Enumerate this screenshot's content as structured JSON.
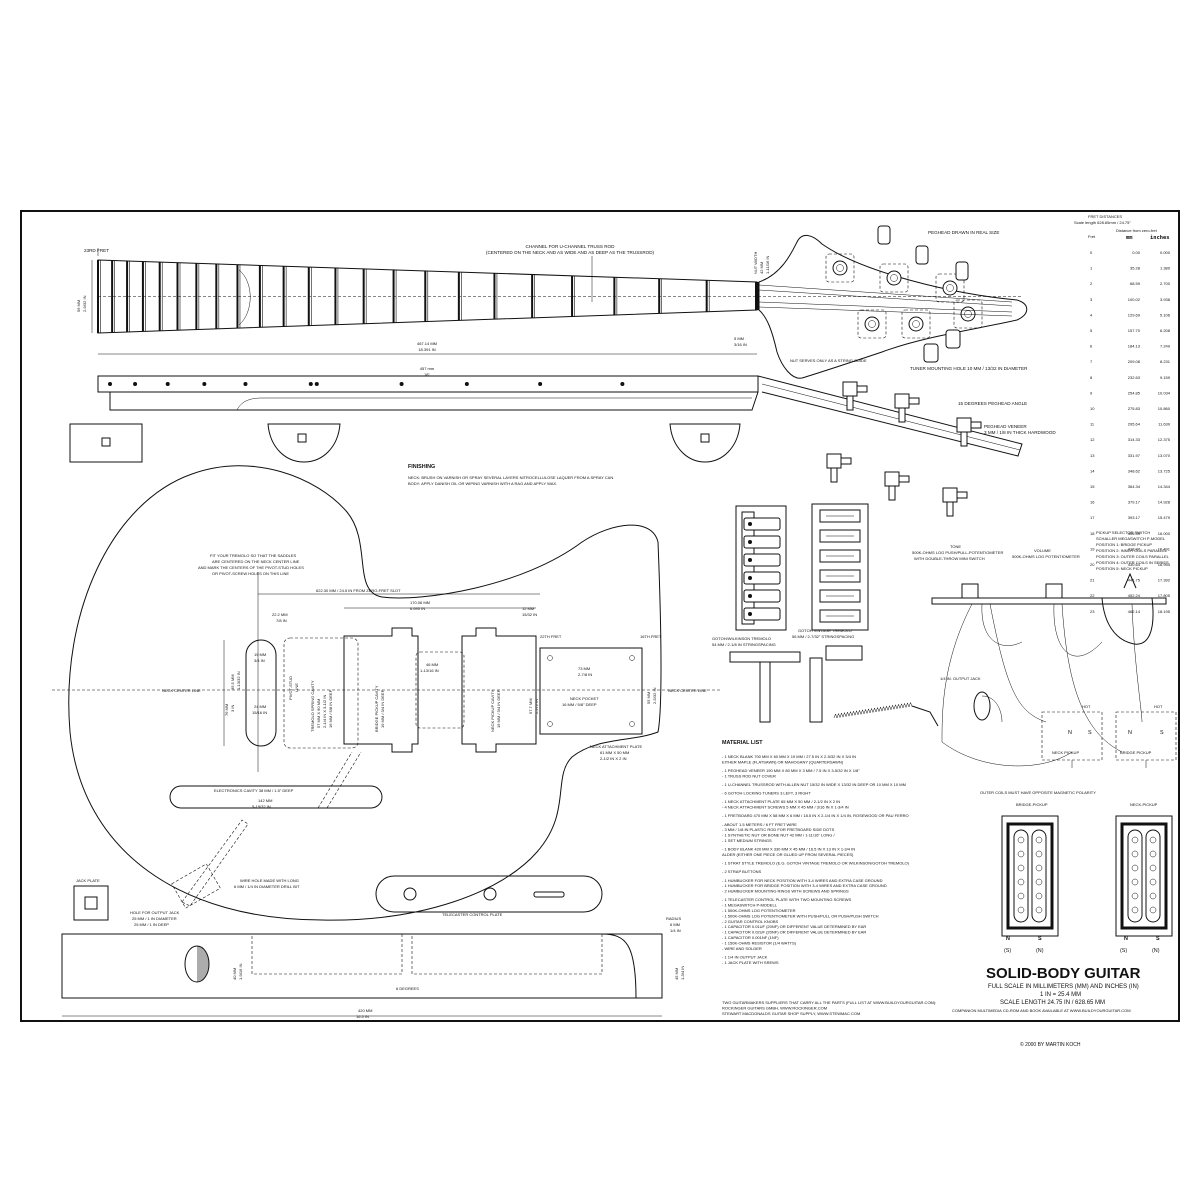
{
  "neck": {
    "fret23": "23RD FRET",
    "channel": [
      "CHANNEL FOR U-CHANNEL TRUSS ROD",
      "(CENTERED ON THE NECK AND AS WIDE AND AS DEEP AS THE TRUSSROD)"
    ],
    "nut_width": [
      "NUT WIDTH",
      "42 MM",
      "1-11/16 IN"
    ],
    "width_left": [
      "56 MM",
      "2-9/32 IN"
    ],
    "len": [
      "467.14 MM",
      "18.391 IN"
    ],
    "len2": [
      "457 mm",
      "18\""
    ],
    "nut_gap": [
      "5 MM",
      "3/16 IN"
    ],
    "nut_note": "NUT SERVES ONLY AS A STRING GUIDE",
    "peghead_real": "PEGHEAD DRAWN IN REAL SIZE",
    "tuner_hole": "TUNER MOUNTING HOLE 10 MM / 13/32 IN DIAMETER",
    "angle": "15 DEGREES PEGHEAD ANGLE",
    "veneer": [
      "PEGHEAD VENEER",
      "3 MM / 1/8 IN THICK HARDWOOD"
    ]
  },
  "finishing": {
    "title": "FINISHING",
    "lines": [
      "NECK: BRUSH ON VARNISH OR SPRAY SEVERAL LAYERS NITROCELLULOSE LAQUER FROM A SPRAY CAN.",
      "BODY: APPLY DANISH OIL OR WIPING VARNISH WITH A RAG AND APPLY WAX."
    ]
  },
  "body": {
    "tremolo_note": [
      "FIT YOUR TREMOLO SO THAT THE SADDLES",
      "ARE CENTERED ON THE NECK CENTER LINE",
      "AND MARK THE CENTERS OF THE PIVOT-STUD HOLES",
      "OR PIVOT-SCREW HOLES ON THIS LINE"
    ],
    "zero_fret": "622.30 MM / 24.5 IN FROM ZERO-FRET SLOT",
    "dim_170": [
      "170.06 MM",
      "6.695 IN"
    ],
    "dim_12": [
      "12 MM",
      "15/32 IN"
    ],
    "dim_22": [
      "22.2 MM",
      "7/8 IN"
    ],
    "fret22": "22TH FRET",
    "fret16": "16TH FRET",
    "neck_center": "NECK CENTER LINE",
    "neck_center2": "NECK CENTER LINE",
    "dim_355": [
      "35.5 MM",
      "1-13/32 IN"
    ],
    "dim_19": [
      "19 MM",
      "3/4 IN"
    ],
    "dim_24": [
      "24 MM",
      "15/16 IN"
    ],
    "dim_76": [
      "76 MM",
      "3 IN"
    ],
    "pivot": [
      "PIVOT-STUD",
      "LINE"
    ],
    "spring_cavity": [
      "TREMOLO SPRING CAVITY",
      "57 MM X 90 MM",
      "2-1/4 IN X 3-1/2 IN",
      "16 MM / 5/8 IN DEEP"
    ],
    "bridge_cavity": [
      "BRIDGE PICKUP CAVITY",
      "19 MM / 3/4 IN DEEP"
    ],
    "dim_46": [
      "46 MM",
      "1-13/16 IN"
    ],
    "neck_cavity": [
      "NECK PICKUP CAVITY",
      "19 MM / 3/4 IN DEEP"
    ],
    "dim_577": [
      "57.7 MM",
      "2.272 IN"
    ],
    "dim_73": [
      "73 MM",
      "2-7/8 IN"
    ],
    "neck_pocket": [
      "NECK POCKET",
      "16 MM / 5/8\" DEEP"
    ],
    "dim_55": [
      "55 MM",
      "2-5/32 IN"
    ],
    "attach_plate": [
      "NECK ATTACHMENT PLATE",
      "61 MM X 50 MM",
      "2-1/2 IN X 2 IN"
    ],
    "elec_cavity": "ELECTRONICS CAVITY 38 MM / 1.5\" DEEP",
    "dim_142": [
      "142 MM",
      "5-19/32 IN"
    ],
    "wire_hole": [
      "WIRE HOLE MADE WITH LONG",
      "6 MM / 1/4 IN DIAMETER DRILL BIT"
    ],
    "jack_plate": "JACK PLATE",
    "jack_hole": [
      "HOLE FOR OUTPUT JACK",
      "25 MM / 1 IN DIAMETER",
      "25 MM / 1 IN DEEP"
    ],
    "tele_plate": "TELECASTER CONTROL PLATE",
    "radius": [
      "RADIUS",
      "6 MM",
      "1/4 IN"
    ],
    "dim_40": [
      "40 MM",
      "1-9/16 IN"
    ],
    "dim_45": [
      "45 MM",
      "1-3/4 IN"
    ],
    "deg6": "6 DEGREES",
    "dim_420": [
      "420 MM",
      "16.5 IN"
    ]
  },
  "tremolo": {
    "gotoh_wilk": [
      "GOTOH/WILKINSON TREMOLO",
      "54 MM / 2-1/8 IN STRINGSPACING"
    ],
    "gotoh_vint": [
      "GOTOH VINTAGE TREMOLO",
      "56 MM / 2-7/32\" STRINGSPACING"
    ]
  },
  "wiring": {
    "tone": [
      "TONE",
      "500K-OHMS LOG PUSH/PULL-POTENTIOMETER",
      "WITH DOUBLE-THROW MINI SWITCH"
    ],
    "volume": [
      "VOLUME",
      "500K-OHMS LOG POTENTIOMETER"
    ],
    "selector": [
      "PICKUP SELECTOR SWITCH",
      "SCHALLER MEGASWITCH P-MODEL",
      "POSITION 1: BRIDGE PICKUP",
      "POSITION 2: INNER COILS PARALLEL",
      "POSITION 3: OUTER COILS PARALLEL",
      "POSITION 4: OUTER COILS IN SERIES",
      "POSITION 5: NECK PICKUP"
    ],
    "jack": "1/4 IN. OUTPUT JACK",
    "hot": "HOT",
    "hot2": "HOT",
    "neck_pickup": "NECK PICKUP",
    "bridge_pickup": "BRIDGE PICKUP",
    "polarity": "OUTER COILS MUST HAVE OPPOSITE MAGNETIC POLARITY",
    "bp_label": "BRIDGE-PICKUP",
    "np_label": "NECK-PICKUP",
    "n": "N",
    "s": "S",
    "sp": "(S)",
    "np": "(N)"
  },
  "frets": {
    "title": "FRET DISTANCES",
    "scale": "Scale length 628.65mm / 24.75\"",
    "col_fret": "Fret",
    "col_dist": "Distance from zero-fret",
    "col_mm": "mm",
    "col_in": "inches",
    "rows": [
      [
        "0",
        "0.00",
        "0.000"
      ],
      [
        "1",
        "35.28",
        "1.389"
      ],
      [
        "2",
        "68.59",
        "2.700"
      ],
      [
        "3",
        "100.02",
        "3.938"
      ],
      [
        "4",
        "129.69",
        "5.106"
      ],
      [
        "5",
        "157.70",
        "6.208"
      ],
      [
        "6",
        "184.13",
        "7.249"
      ],
      [
        "7",
        "209.08",
        "8.231"
      ],
      [
        "8",
        "232.63",
        "9.159"
      ],
      [
        "9",
        "254.85",
        "10.034"
      ],
      [
        "10",
        "275.83",
        "10.860"
      ],
      [
        "11",
        "295.64",
        "11.639"
      ],
      [
        "12",
        "314.33",
        "12.375"
      ],
      [
        "13",
        "331.97",
        "13.070"
      ],
      [
        "14",
        "348.62",
        "13.725"
      ],
      [
        "15",
        "364.34",
        "14.344"
      ],
      [
        "16",
        "379.17",
        "14.928"
      ],
      [
        "17",
        "393.17",
        "15.479"
      ],
      [
        "18",
        "406.39",
        "16.000"
      ],
      [
        "19",
        "418.87",
        "16.491"
      ],
      [
        "20",
        "430.64",
        "16.954"
      ],
      [
        "21",
        "441.75",
        "17.392"
      ],
      [
        "22",
        "452.24",
        "17.805"
      ],
      [
        "23",
        "462.14",
        "18.195"
      ]
    ]
  },
  "materials": {
    "title": "MATERIAL LIST",
    "lines": [
      "- 1 NECK BLANK 700 MM X 60 MM X 19 MM / 27.5 IN X 2-5/32 IN X 3/4 IN",
      "EITHER MAPLE (FLATSAWN) OR MAHOGANY (QUARTERSAWN)",
      "",
      "- 1 PEGHEAD VENEER 190 MM X 80 MM X 3 MM / 7.5 IN X 3-5/32 IN X 1/8\"",
      "- 1 TRUSS ROD NUT COVER",
      "",
      "- 1 U-CHANNEL TRUSSROD WITH ALLEN NUT 15/32 IN WIDE X 13/32 IN DEEP OR 10 MM X 10 MM",
      "",
      "- 6 GOTOH LOCKING TUNERS 3 LEFT, 3 RIGHT",
      "",
      "- 1 NECK ATTACHMENT PLATE 65 MM X 50 MM / 2-1/2 IN X 2 IN",
      "- 4 NECK ATTACHMENT SCREWS 5 MM X 45 MM / 3/16 IN X 1-3/4 IN",
      "",
      "- 1 FRETBOARD 470 MM X 58 MM X 6 MM / 18.5 IN X 2-1/4 IN X 1/4 IN, ROSEWOOD OR PAU FERRO",
      "",
      "- ABOUT 1.5 METERS / 6 FT FRET WIRE",
      "- 3 MM / 1/8 IN PLASTIC ROD FOR FRETBOARD SIDE DOTS",
      "- 1 SYNTHETIC NUT OR BONE NUT 42 MM / 1-11/16\" LONG /",
      "- 1 SET MEDIUM STRINGS",
      "",
      "- 1 BODY BLANK 420 MM X 330 MM X 45 MM / 16.5 IN X 13 IN X 1-3/4 IN",
      "ALDER (EITHER ONE PIECE OR GLUED UP FROM SEVERAL PIECES)",
      "",
      "- 1 STRAT STYLE TREMOLO (E.G. GOTOH VINTAGE TREMOLO OR WILKINSON/GOTOH TREMOLO)",
      "",
      "- 2 STRAP BUTTONS",
      "",
      "- 1 HUMBUCKER FOR NECK POSITION WITH 3-4 WIRES AND EXTRA CASE GROUND",
      "- 1 HUMBUCKER FOR BRIDGE POSITION WITH 3-4 WIRES AND EXTRA CASE GROUND",
      "- 2 HUMBUCKER MOUNTING RINGS WITH SCREWS AND SPRINGS",
      "",
      "- 1 TELECASTER CONTROL PLATE WITH TWO MOUNTING SCREWS",
      "- 1 MEGASWITCH P-MODELL",
      "- 1 500K-OHMS LOG POTENTIOMETER",
      "- 1 500K-OHMS LOG POTENTIOMETER WITH PUSH/PULL OR PUSH/PUSH SWITCH",
      "- 2 GUITAR CONTROL KNOBS",
      "- 1 CAPACITOR 0.01UF (20NF) OR DIFFERENT VALUE DETERMINED BY EAR",
      "- 1 CAPACITOR 0.02UF (20NF) OR DIFFERENT VALUE DETERMINED BY EAR",
      "- 1 CAPACITOR 0.001NF (1NF)",
      "- 1 150K-OHMS RESISTOR (1/4 WATTS)",
      "- WIRE AND SOLDER",
      "",
      "- 1 1/4 IN OUTPUT JACK",
      "- 1 JACK PLATE WITH SREWS"
    ],
    "suppliers": [
      "TWO GUITARMAKERS SUPPLIERS THAT CARRY ALL THE PARTS (FULL LIST AT WWW.BUILDYOURGUITAR.COM):",
      "ROCKINGER GUITARS GMBH, WWW.ROCKINGER.COM",
      "STEWART MACDONALDS GUITAR SHOP SUPPLY, WWW.STEWMAC.COM"
    ]
  },
  "titleblock": {
    "title": "SOLID-BODY GUITAR",
    "l1": "FULL SCALE IN MILLIMETERS (MM) AND INCHES (IN)",
    "l2": "1 IN = 25.4 MM",
    "l3": "SCALE LENGTH 24.75 IN / 628.65 MM",
    "l4": "COMPANION MULTIMEDIA CD-ROM AND BOOK AVAILABLE AT WWW.BUILDYOURGUITAR.COM",
    "copy": "© 2000 BY MARTIN KOCH"
  }
}
